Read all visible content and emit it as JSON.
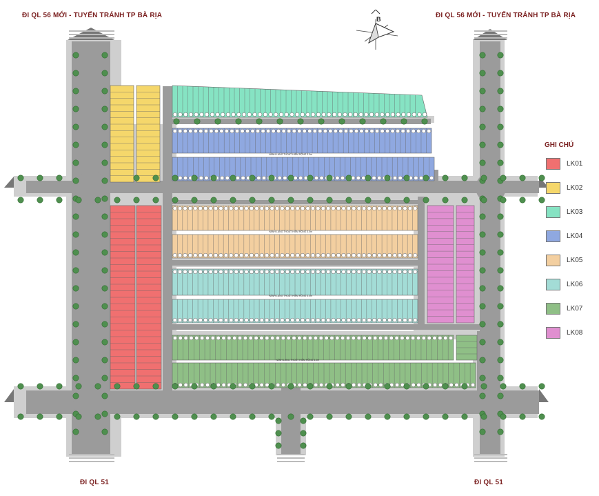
{
  "labels": {
    "top_left": "ĐI QL 56 MỚI - TUYẾN TRÁNH TP BÀ RỊA",
    "top_right": "ĐI QL 56 MỚI - TUYẾN TRÁNH TP BÀ RỊA",
    "bottom_left": "ĐI QL 51",
    "bottom_right": "ĐI QL 51",
    "compass": "B"
  },
  "legend": {
    "title": "GHI CHÚ",
    "items": [
      {
        "label": "LK01",
        "color": "#f07070"
      },
      {
        "label": "LK02",
        "color": "#f5d76b"
      },
      {
        "label": "LK03",
        "color": "#86e3c3"
      },
      {
        "label": "LK04",
        "color": "#8fa8e0"
      },
      {
        "label": "LK05",
        "color": "#f3cfa0"
      },
      {
        "label": "LK06",
        "color": "#a3dcd6"
      },
      {
        "label": "LK07",
        "color": "#8fbf86"
      },
      {
        "label": "LK08",
        "color": "#e08fd0"
      }
    ]
  },
  "alley_label": "HÀNH LANG THOÁT HIỂM RỘNG 3.0m",
  "colors": {
    "road": "#9b9b9b",
    "sidewalk": "#cfcfcf",
    "tree": "#4f8f4f",
    "lot_border": "#666666"
  }
}
